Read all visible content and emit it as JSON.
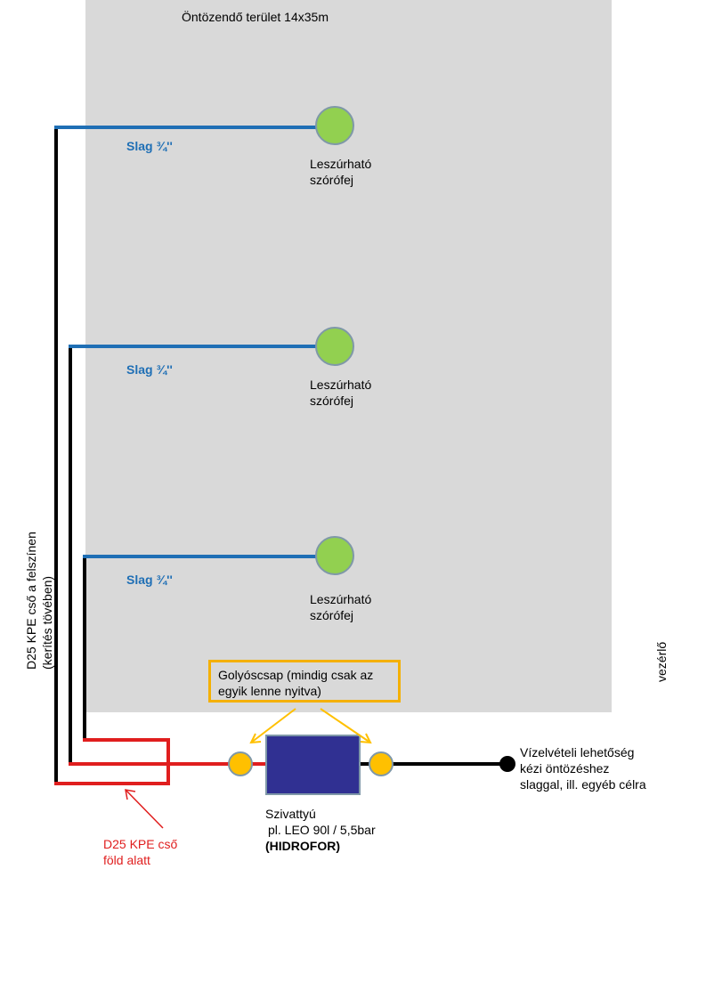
{
  "area_title": "Öntözendő terület 14x35m",
  "hose_label": "Slag ¾''",
  "sprinkler_label_line1": "Leszúrható",
  "sprinkler_label_line2": "szórófej",
  "vertical_pipe_label_line1": "D25 KPE cső a felszínen",
  "vertical_pipe_label_line2": "(kerítés tövében)",
  "controller_label": "vezérlő",
  "valve_note": "Golyóscsap (mindig csak az egyik lenne nyitva)",
  "pump": {
    "line1": "Szivattyú",
    "line2": "pl. LEO 90l / 5,5bar",
    "line3": "(HIDROFOR)"
  },
  "underground_pipe_line1": "D25 KPE cső",
  "underground_pipe_line2": "föld alatt",
  "outlet": {
    "line1": "Vízelvételi lehetőség",
    "line2": "kézi öntözéshez",
    "line3": "slaggal, ill. egyéb célra"
  },
  "colors": {
    "area": "#d9d9d9",
    "hose": "#1f6fb5",
    "sprinkler": "#92d050",
    "underground_pipe": "#e01e1e",
    "valve": "#ffc000",
    "pump": "#303092",
    "note_border": "#f4b000"
  }
}
